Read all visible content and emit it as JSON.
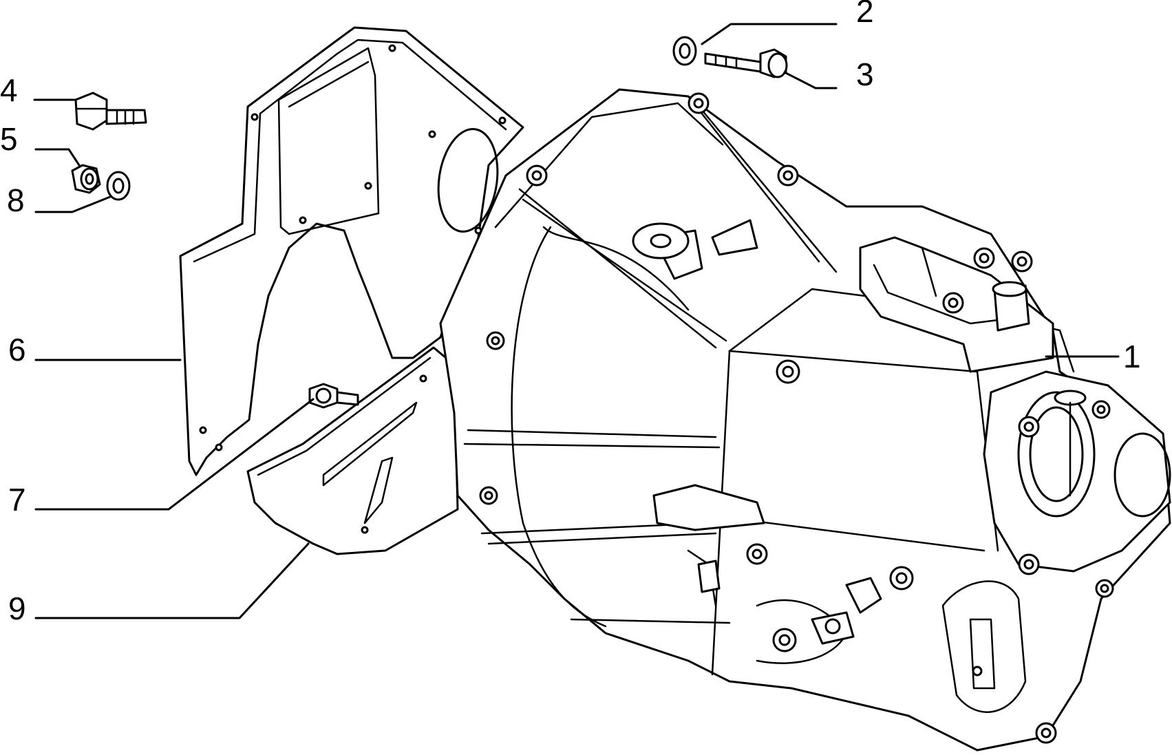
{
  "callouts": [
    {
      "id": "1",
      "text": "1"
    },
    {
      "id": "2",
      "text": "2"
    },
    {
      "id": "3",
      "text": "3"
    },
    {
      "id": "4",
      "text": "4"
    },
    {
      "id": "5",
      "text": "5"
    },
    {
      "id": "6",
      "text": "6"
    },
    {
      "id": "7",
      "text": "7"
    },
    {
      "id": "8",
      "text": "8"
    },
    {
      "id": "9",
      "text": "9"
    }
  ],
  "parts": {
    "housing": "gearbox-housing",
    "cover_plate": "flywheel-cover-plate",
    "lower_guard": "lower-guard-plate",
    "washer_top": "washer",
    "bolt_top": "bolt",
    "bolt_left": "stud-bolt",
    "nut_left": "nut",
    "washer_left": "washer",
    "stud_small": "stud"
  }
}
